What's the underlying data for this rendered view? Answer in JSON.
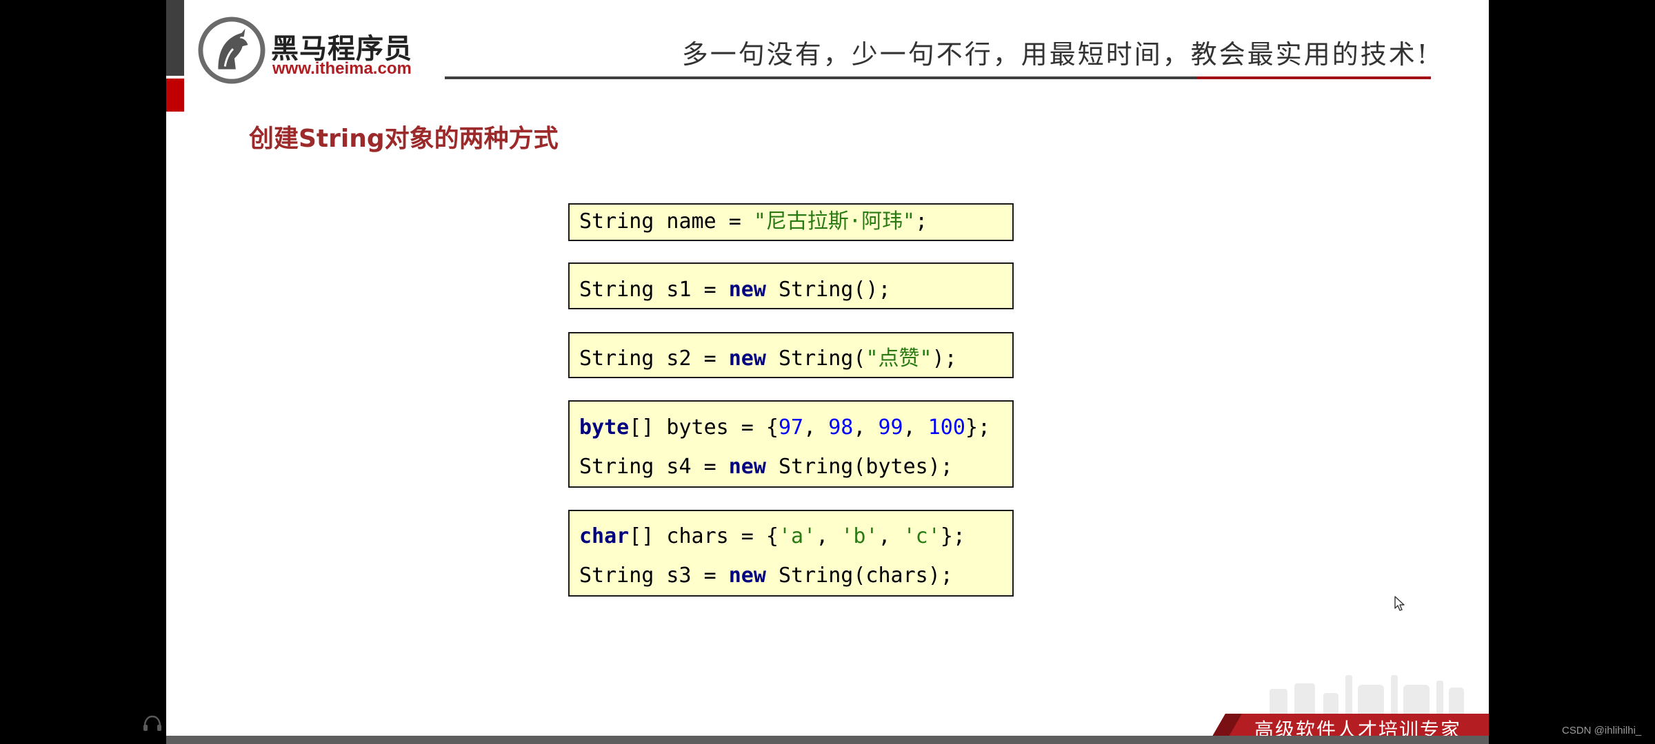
{
  "header": {
    "logo_cn": "黑马程序员",
    "logo_url": "www.itheima.com",
    "slogan": "多一句没有，少一句不行，用最短时间，教会最实用的技术!"
  },
  "slide": {
    "title": "创建String对象的两种方式"
  },
  "code_blocks": [
    {
      "lines": [
        [
          {
            "t": "plain",
            "v": "String name = "
          },
          {
            "t": "str",
            "v": "\"尼古拉斯·阿玮\""
          },
          {
            "t": "plain",
            "v": ";"
          }
        ]
      ]
    },
    {
      "lines": [
        [
          {
            "t": "plain",
            "v": "String s1 = "
          },
          {
            "t": "kw",
            "v": "new"
          },
          {
            "t": "plain",
            "v": " String();"
          }
        ]
      ]
    },
    {
      "lines": [
        [
          {
            "t": "plain",
            "v": "String s2 = "
          },
          {
            "t": "kw",
            "v": "new"
          },
          {
            "t": "plain",
            "v": " String("
          },
          {
            "t": "str",
            "v": "\"点赞\""
          },
          {
            "t": "plain",
            "v": ");"
          }
        ]
      ]
    },
    {
      "lines": [
        [
          {
            "t": "kw",
            "v": "byte"
          },
          {
            "t": "plain",
            "v": "[] bytes = {"
          },
          {
            "t": "num",
            "v": "97"
          },
          {
            "t": "plain",
            "v": ", "
          },
          {
            "t": "num",
            "v": "98"
          },
          {
            "t": "plain",
            "v": ", "
          },
          {
            "t": "num",
            "v": "99"
          },
          {
            "t": "plain",
            "v": ", "
          },
          {
            "t": "num",
            "v": "100"
          },
          {
            "t": "plain",
            "v": "};"
          }
        ],
        [
          {
            "t": "plain",
            "v": "String s4 = "
          },
          {
            "t": "kw",
            "v": "new"
          },
          {
            "t": "plain",
            "v": " String(bytes);"
          }
        ]
      ]
    },
    {
      "lines": [
        [
          {
            "t": "kw",
            "v": "char"
          },
          {
            "t": "plain",
            "v": "[] chars = {"
          },
          {
            "t": "str",
            "v": "'a'"
          },
          {
            "t": "plain",
            "v": ", "
          },
          {
            "t": "str",
            "v": "'b'"
          },
          {
            "t": "plain",
            "v": ", "
          },
          {
            "t": "str",
            "v": "'c'"
          },
          {
            "t": "plain",
            "v": "};"
          }
        ],
        [
          {
            "t": "plain",
            "v": "String s3 = "
          },
          {
            "t": "kw",
            "v": "new"
          },
          {
            "t": "plain",
            "v": " String(chars);"
          }
        ]
      ]
    }
  ],
  "footer": {
    "banner_text": "高级软件人才培训专家",
    "csdn_credit": "CSDN @ihlihilhi_"
  },
  "icons": {
    "logo": "horse-head-logo-icon",
    "cursor": "mouse-cursor-icon",
    "watermark": "bilibili-watermark-icon",
    "corner": "headset-icon"
  },
  "colors": {
    "slide_background": "#ffffff",
    "accent_red": "#c00000",
    "title_color": "#9c2a2a",
    "code_background": "#ffffcc",
    "keyword_color": "#000080",
    "string_color": "#2a7a14",
    "number_color": "#0000ff"
  }
}
